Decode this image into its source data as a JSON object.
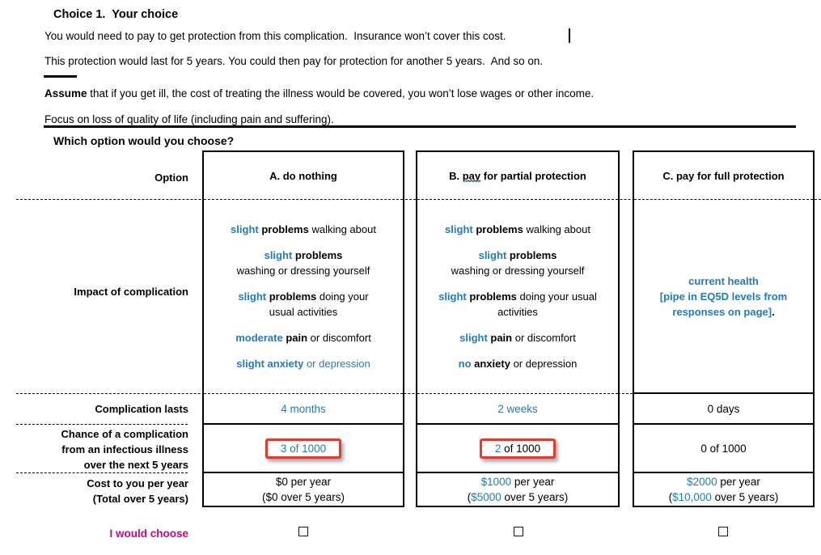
{
  "colors": {
    "blue": "#1F7CC0",
    "magenta": "#D6017E",
    "red_box": "#E8392D"
  },
  "header": {
    "title": "Choice 1.  Your choice",
    "p1": "You would need to pay to get protection from this complication.  Insurance won’t cover this cost.",
    "p2": "This protection would last for 5 years. You could then pay for protection for another 5 years.  And so on.",
    "p3_bold": "Assume",
    "p3_rest": " that if you get ill, the cost of treating the illness would be covered, you won’t lose wages or other income.",
    "p4": "Focus on loss of quality of life (including pain and suffering).",
    "question": "Which option would you choose?"
  },
  "row_labels": {
    "option": "Option",
    "impact": "Impact of complication",
    "lasts": "Complication lasts",
    "chance_lines": [
      "Chance of a complication",
      "from an infectious illness",
      "over the next 5 years"
    ],
    "cost_lines": [
      "Cost to you per year",
      "(Total over 5 years)"
    ],
    "choose": "I would choose"
  },
  "columns": [
    {
      "id": "A",
      "header": [
        {
          "t": "A. do nothing",
          "b": true
        }
      ],
      "impact": [
        [
          [
            {
              "t": "slight ",
              "b": true,
              "blue": true
            },
            {
              "t": "problems ",
              "b": true
            },
            {
              "t": "walking about"
            }
          ]
        ],
        [
          [
            {
              "t": "slight ",
              "b": true,
              "blue": true
            },
            {
              "t": "problems",
              "b": true
            }
          ],
          [
            {
              "t": "washing or dressing yourself"
            }
          ]
        ],
        [
          [
            {
              "t": "slight ",
              "b": true,
              "blue": true
            },
            {
              "t": "problems ",
              "b": true
            },
            {
              "t": "doing your"
            }
          ],
          [
            {
              "t": "usual activities"
            }
          ]
        ],
        [
          [
            {
              "t": "moderate ",
              "b": true,
              "blue": true
            },
            {
              "t": "pain ",
              "b": true
            },
            {
              "t": "or discomfort"
            }
          ]
        ],
        [
          [
            {
              "t": "slight anxiety ",
              "b": true,
              "blue": true
            },
            {
              "t": "or depression",
              "blue": true
            }
          ]
        ]
      ],
      "lasts": [
        {
          "t": "4 months",
          "blue": true
        }
      ],
      "chance": {
        "framed": true,
        "segs": [
          {
            "t": "3 of 1000",
            "blue": true
          }
        ]
      },
      "cost": [
        [
          {
            "t": "$0 per year"
          }
        ],
        [
          {
            "t": "($0 over 5 years)"
          }
        ]
      ],
      "checkbox": {
        "checked": false
      }
    },
    {
      "id": "B",
      "header": [
        {
          "t": "B. ",
          "b": true
        },
        {
          "t": "pay",
          "b": true,
          "u": true
        },
        {
          "t": " for partial protection",
          "b": true
        }
      ],
      "impact": [
        [
          [
            {
              "t": "slight ",
              "b": true,
              "blue": true
            },
            {
              "t": "problems ",
              "b": true
            },
            {
              "t": "walking about"
            }
          ]
        ],
        [
          [
            {
              "t": "slight ",
              "b": true,
              "blue": true
            },
            {
              "t": "problems",
              "b": true
            }
          ],
          [
            {
              "t": "washing or dressing yourself"
            }
          ]
        ],
        [
          [
            {
              "t": "slight ",
              "b": true,
              "blue": true
            },
            {
              "t": "problems ",
              "b": true
            },
            {
              "t": "doing your usual"
            }
          ],
          [
            {
              "t": "activities"
            }
          ]
        ],
        [
          [
            {
              "t": "slight ",
              "b": true,
              "blue": true
            },
            {
              "t": "pain ",
              "b": true
            },
            {
              "t": "or discomfort"
            }
          ]
        ],
        [
          [
            {
              "t": "no ",
              "b": true,
              "blue": true
            },
            {
              "t": "anxiety ",
              "b": true
            },
            {
              "t": "or depression"
            }
          ]
        ]
      ],
      "lasts": [
        {
          "t": "2 weeks",
          "blue": true
        }
      ],
      "chance": {
        "framed": true,
        "segs": [
          {
            "t": "2",
            "blue": true
          },
          {
            "t": " of 1000"
          }
        ]
      },
      "cost": [
        [
          {
            "t": "$1000",
            "blue": true
          },
          {
            "t": " per year"
          }
        ],
        [
          {
            "t": "("
          },
          {
            "t": "$5000",
            "blue": true
          },
          {
            "t": " over 5 years)"
          }
        ]
      ],
      "checkbox": {
        "checked": false
      }
    },
    {
      "id": "C",
      "header": [
        {
          "t": "C. pay for full protection",
          "b": true
        }
      ],
      "impact": [
        [
          [
            {
              "t": "current health",
              "b": true,
              "blue": true
            }
          ],
          [
            {
              "t": "[pipe in EQ5D levels from",
              "b": true,
              "blue": true
            }
          ],
          [
            {
              "t": "responses on page]",
              "b": true,
              "blue": true
            },
            {
              "t": ".",
              "b": true
            }
          ]
        ]
      ],
      "lasts": [
        {
          "t": "0 days"
        }
      ],
      "chance": {
        "framed": false,
        "segs": [
          {
            "t": "0 of 1000"
          }
        ]
      },
      "cost": [
        [
          {
            "t": "$2000",
            "blue": true
          },
          {
            "t": " per year"
          }
        ],
        [
          {
            "t": "("
          },
          {
            "t": "$10,000",
            "blue": true
          },
          {
            "t": " over 5 years)"
          }
        ]
      ],
      "checkbox": {
        "checked": false
      }
    }
  ]
}
